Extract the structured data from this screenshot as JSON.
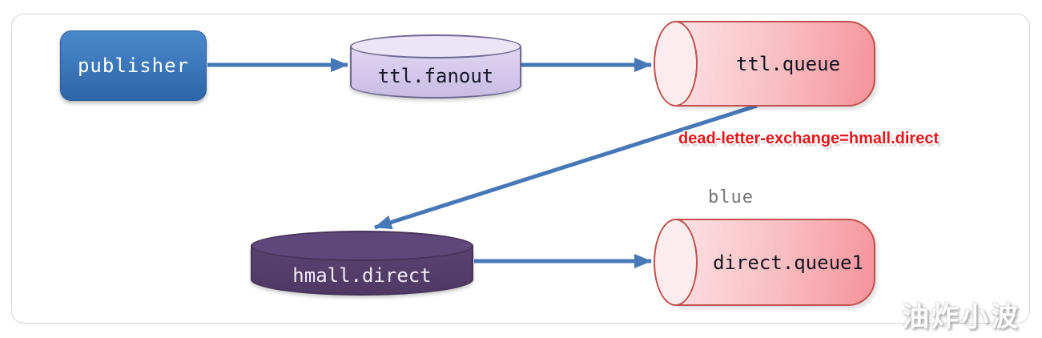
{
  "diagram": {
    "nodes": {
      "publisher": {
        "label": "publisher",
        "shape": "rounded-rect"
      },
      "ttl_fanout": {
        "label": "ttl.fanout",
        "shape": "cylinder-vertical"
      },
      "ttl_queue": {
        "label": "ttl.queue",
        "shape": "cylinder-horizontal"
      },
      "hmall_direct": {
        "label": "hmall.direct",
        "shape": "cylinder-vertical"
      },
      "direct_queue1": {
        "label": "direct.queue1",
        "shape": "cylinder-horizontal"
      }
    },
    "edges": [
      {
        "from": "publisher",
        "to": "ttl_fanout",
        "label": ""
      },
      {
        "from": "ttl_fanout",
        "to": "ttl_queue",
        "label": ""
      },
      {
        "from": "ttl_queue",
        "to": "hmall_direct",
        "label": "dead-letter-exchange=hmall.direct"
      },
      {
        "from": "hmall_direct",
        "to": "direct_queue1",
        "label": "blue"
      }
    ],
    "labels": {
      "dead_letter": "dead-letter-exchange=hmall.direct",
      "routing_key": "blue"
    },
    "watermark": "油炸小波"
  },
  "colors": {
    "arrow": "#4678b8",
    "publisher_blue": "#3b76ba",
    "exchange_light_purple": "#d5c9e9",
    "exchange_dark_purple": "#564070",
    "queue_pink": "#f8b0b5",
    "queue_border": "#c0504d",
    "dead_letter_red": "#e8151b",
    "routing_key_gray": "#767676"
  }
}
